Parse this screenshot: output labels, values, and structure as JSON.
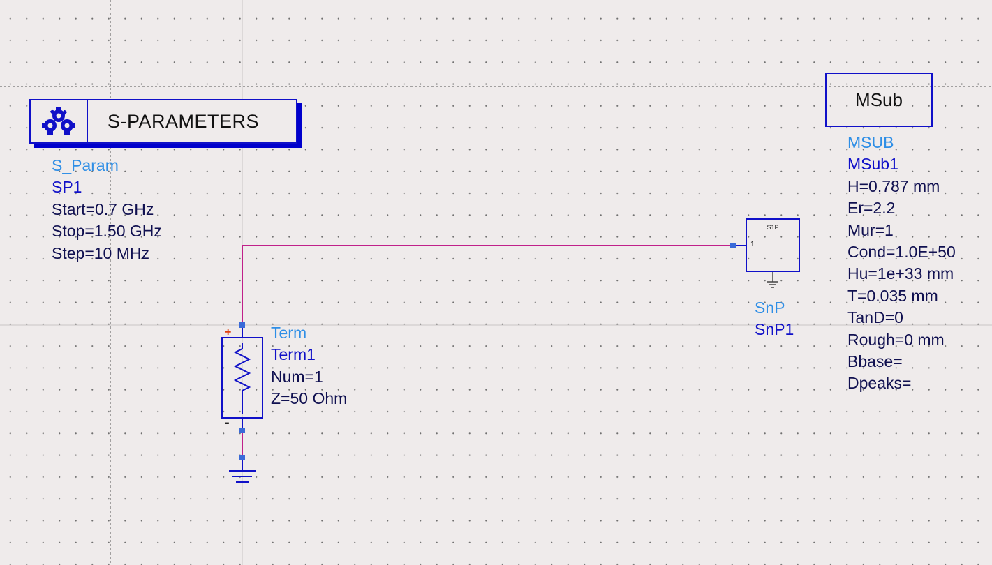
{
  "colors": {
    "canvas_bg": "#efebeb",
    "grid_dot": "#707070",
    "wire": "#c0208a",
    "component": "#1010c8",
    "type_label": "#2e8ee6",
    "param_text": "#101050",
    "pin": "#3a6ad8",
    "plus_sign": "#e04010"
  },
  "sp_controller": {
    "title": "S-PARAMETERS",
    "icon": "gear-cluster-icon",
    "type": "S_Param",
    "instance": "SP1",
    "params": [
      "Start=0.7 GHz",
      "Stop=1.50 GHz",
      "Step=10 MHz"
    ]
  },
  "msub": {
    "title": "MSub",
    "type": "MSUB",
    "instance": "MSub1",
    "params": [
      "H=0.787 mm",
      "Er=2.2",
      "Mur=1",
      "Cond=1.0E+50",
      "Hu=1e+33 mm",
      "T=0.035 mm",
      "TanD=0",
      "Rough=0 mm",
      "Bbase=",
      "Dpeaks="
    ]
  },
  "snp": {
    "box_label": "S1P",
    "pin_label": "1",
    "type": "SnP",
    "instance": "SnP1"
  },
  "term": {
    "type": "Term",
    "instance": "Term1",
    "plus": "+",
    "minus": "-",
    "params": [
      "Num=1",
      "Z=50 Ohm"
    ]
  }
}
